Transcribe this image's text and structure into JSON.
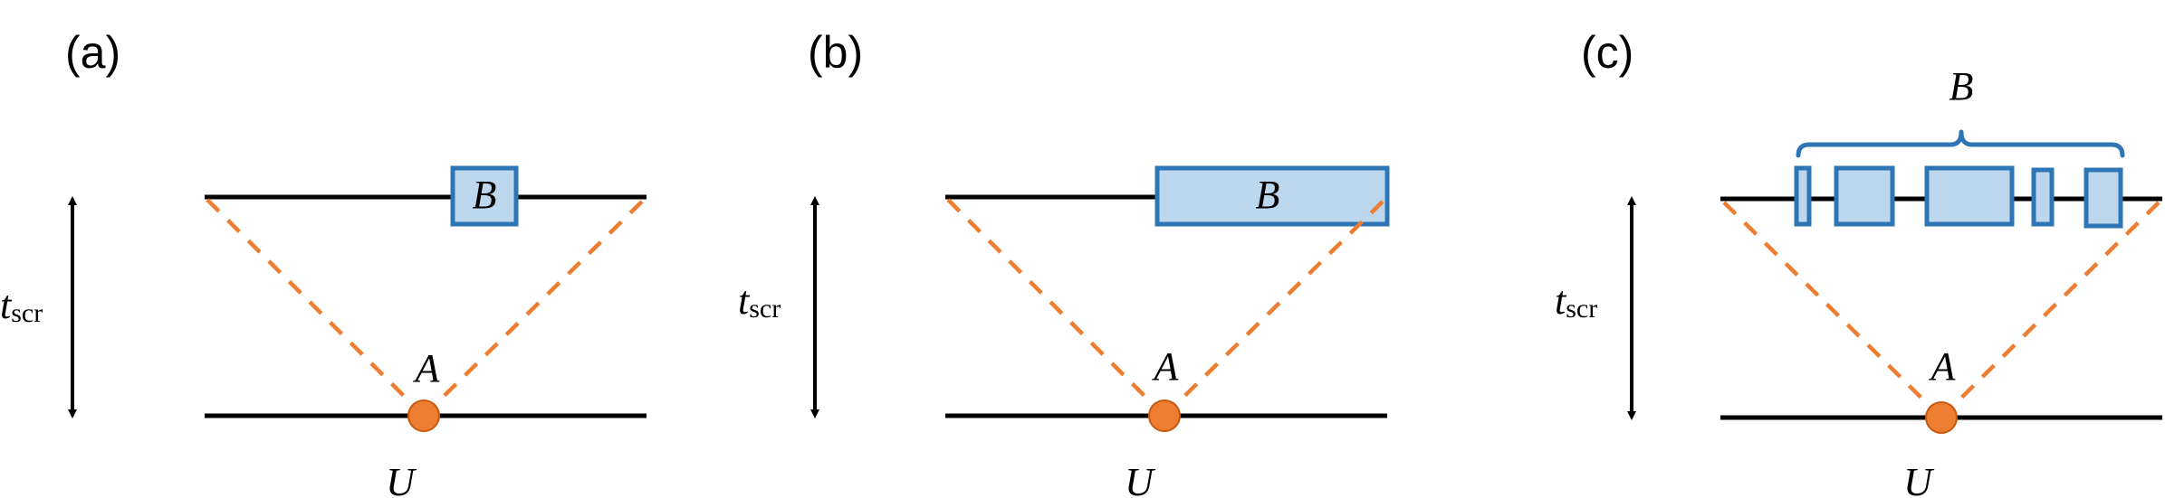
{
  "panels": [
    {
      "label": "(a)",
      "time_label": "t",
      "time_sub": "scr",
      "top_label": "B",
      "point_label": "A",
      "unitary_label": "U"
    },
    {
      "label": "(b)",
      "time_label": "t",
      "time_sub": "scr",
      "top_label": "B",
      "point_label": "A",
      "unitary_label": "U"
    },
    {
      "label": "(c)",
      "time_label": "t",
      "time_sub": "scr",
      "top_label": "B",
      "point_label": "A",
      "unitary_label": "U"
    }
  ],
  "colors": {
    "cone": "#ED7D31",
    "box_fill": "#BDD7EE",
    "box_stroke": "#2E75B6"
  }
}
